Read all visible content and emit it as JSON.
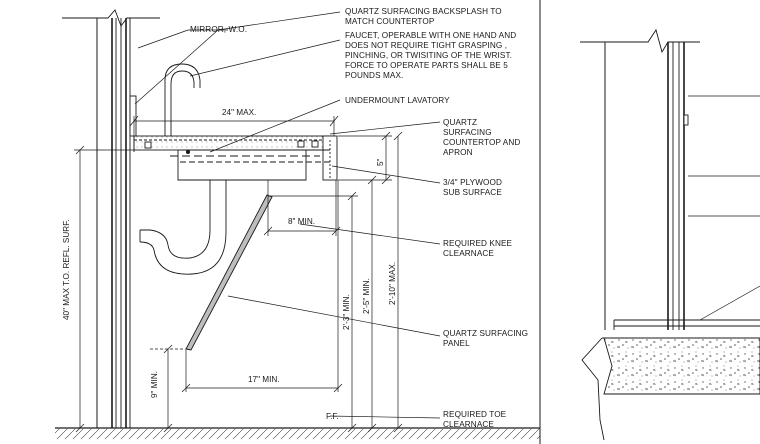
{
  "notes": {
    "backsplash": "QUARTZ SURFACING BACKSPLASH TO\nMATCH COUNTERTOP",
    "mirror": "MIRROR, W.O.",
    "faucet": "FAUCET, OPERABLE WITH ONE HAND AND\nDOES NOT REQUIRE TIGHT GRASPING ,\nPINCHING, OR TWISITING OF THE WRIST.\nFORCE TO OPERATE PARTS SHALL BE 5\nPOUNDS MAX.",
    "lavatory": "UNDERMOUNT LAVATORY",
    "countertop": "QUARTZ\nSURFACING\nCOUNTERTOP AND\nAPRON",
    "plywood": "3/4\" PLYWOOD\nSUB SURFACE",
    "knee": "REQUIRED KNEE\nCLEARNACE",
    "panel": "QUARTZ SURFACING\nPANEL",
    "toe": "REQUIRED TOE\nCLEARNACE"
  },
  "dimensions": {
    "width_max": "24\" MAX.",
    "apron": "5\"",
    "knee_depth": "8\" MIN.",
    "toe_depth": "17\" MIN.",
    "toe_height": "9\" MIN.",
    "rim_height": "40\" MAX T.O. REFL. SURF.",
    "knee_height_1": "2'-3\" MIN.",
    "knee_height_2": "2'-5\" MIN.",
    "counter_height": "2'-10\" MAX.",
    "floor": "F.F."
  },
  "colors": {
    "line": "#1a1a1a",
    "hatch": "#555555",
    "panel": "#bdbdbd"
  }
}
